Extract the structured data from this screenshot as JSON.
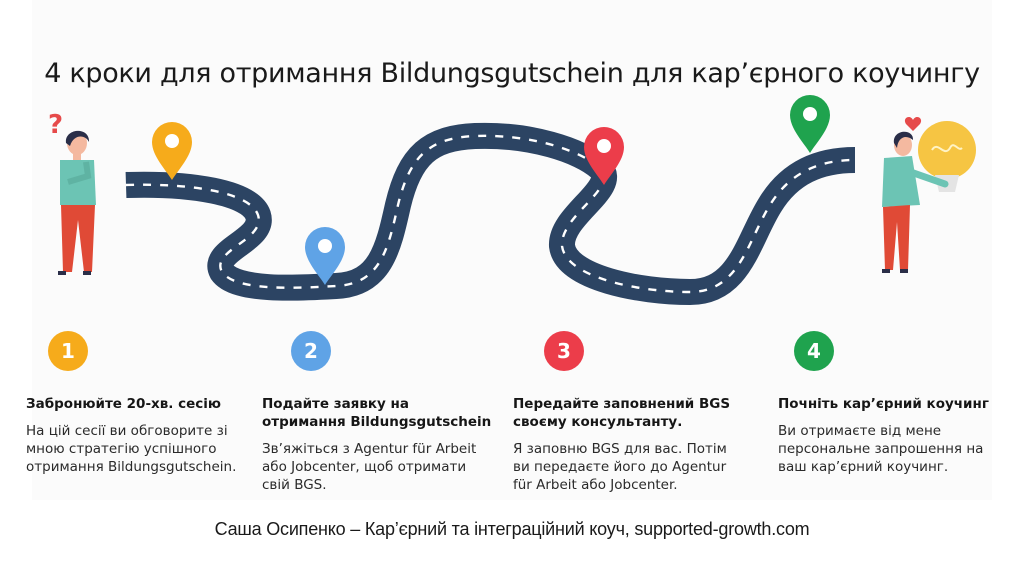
{
  "title": "4 кроки для отримання Bildungsgutschein для кар’єрного коучингу",
  "colors": {
    "background": "#fbfbfb",
    "road": "#2c4463",
    "road_dash": "#ffffff",
    "step1": "#f6ab1b",
    "step2": "#5fa3e6",
    "step3": "#ec3d4a",
    "step4": "#1fa34e",
    "shirt": "#6cc4b4",
    "pants": "#e04a36",
    "bulb": "#f6c543",
    "heart": "#e64a4a",
    "question_mark": "#e64a4a"
  },
  "illustration": {
    "left_character": "thinking-person-with-question-mark",
    "right_character": "person-hugging-lightbulb",
    "pins": [
      {
        "step": 1,
        "icon": "map-pin-icon",
        "color": "#f6ab1b"
      },
      {
        "step": 2,
        "icon": "map-pin-icon",
        "color": "#5fa3e6"
      },
      {
        "step": 3,
        "icon": "map-pin-icon",
        "color": "#ec3d4a"
      },
      {
        "step": 4,
        "icon": "map-pin-icon",
        "color": "#1fa34e"
      }
    ]
  },
  "steps": [
    {
      "number": "1",
      "title": "Забронюйте 20-хв. сесію",
      "text": "На цій сесії ви обговорите зі мною стратегію успішного отримання Bildungsgutschein."
    },
    {
      "number": "2",
      "title": "Подайте заявку на отримання Bildungsgutschein",
      "text": "Зв’яжіться з Agentur für Arbeit або Jobcenter, щоб отримати свій BGS."
    },
    {
      "number": "3",
      "title": "Передайте заповнений BGS своєму консультанту.",
      "text": "Я заповню BGS для вас. Потім ви передаєте його до Agentur für Arbeit або Jobcenter."
    },
    {
      "number": "4",
      "title": "Почніть кар’єрний коучинг",
      "text": "Ви отримаєте від мене персональне запрошення на ваш кар’єрний коучинг."
    }
  ],
  "footer": "Саша Осипенко – Кар’єрний та інтеграційний коуч, supported-growth.com"
}
